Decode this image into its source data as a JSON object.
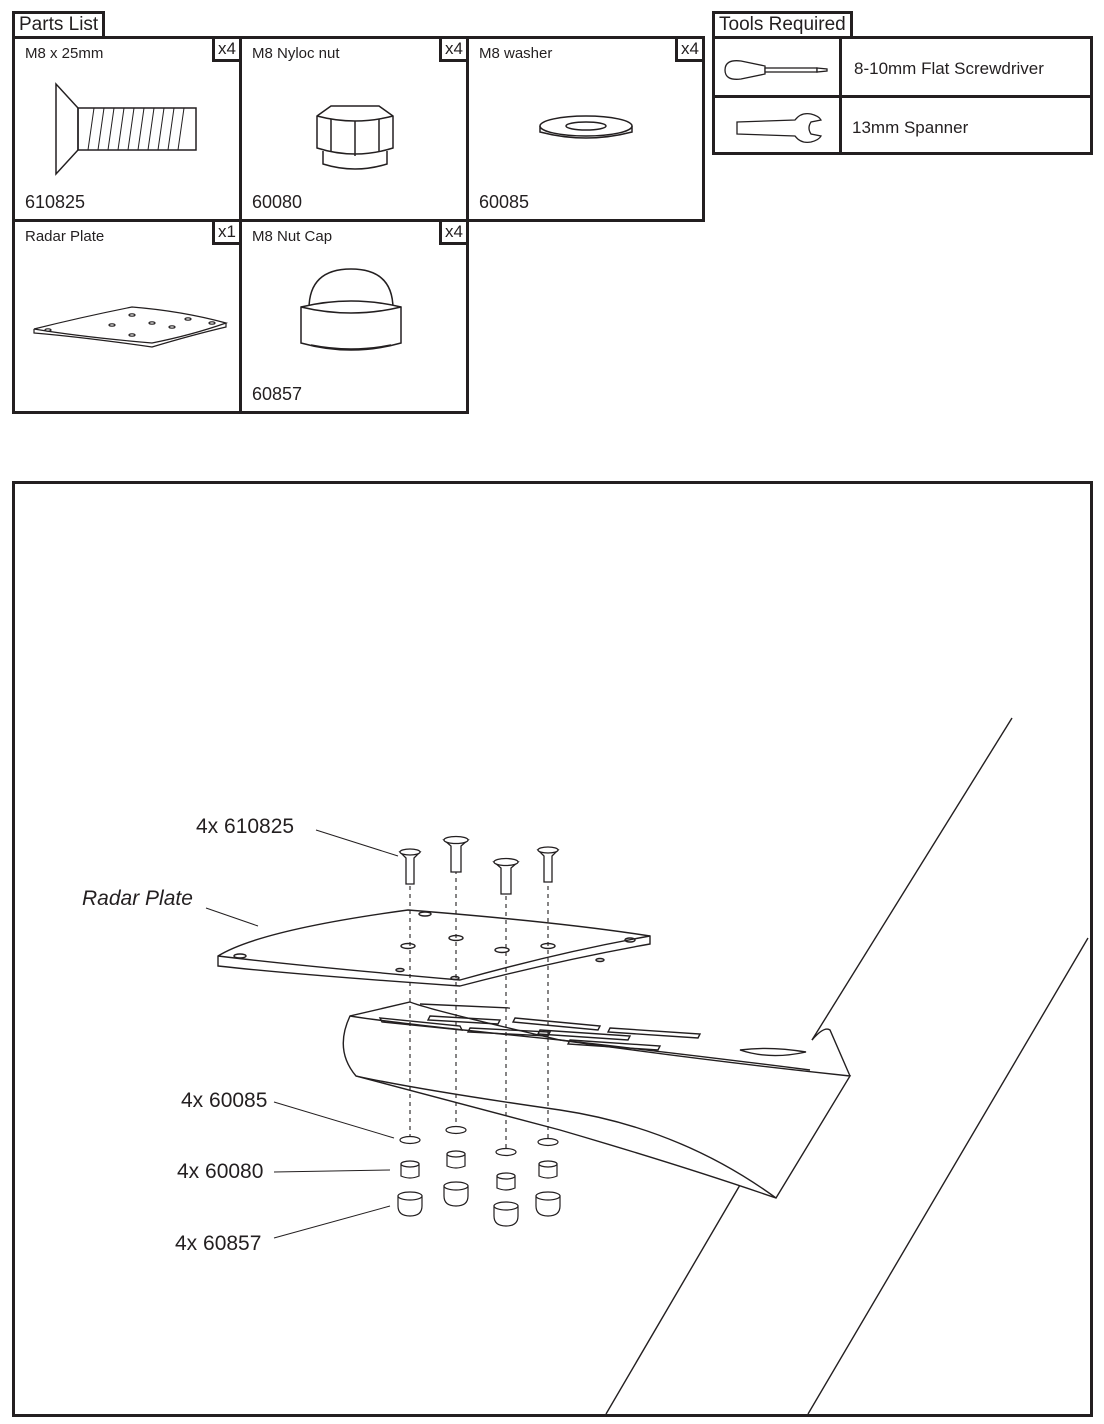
{
  "parts_list": {
    "title": "Parts List",
    "items": [
      {
        "name": "M8 x 25mm",
        "qty": "x4",
        "code": "610825",
        "icon": "countersunk-bolt-icon"
      },
      {
        "name": "M8 Nyloc nut",
        "qty": "x4",
        "code": "60080",
        "icon": "nyloc-nut-icon"
      },
      {
        "name": "M8 washer",
        "qty": "x4",
        "code": "60085",
        "icon": "washer-icon"
      },
      {
        "name": "Radar Plate",
        "qty": "x1",
        "code": "",
        "icon": "radar-plate-icon"
      },
      {
        "name": "M8 Nut Cap",
        "qty": "x4",
        "code": "60857",
        "icon": "nut-cap-icon"
      }
    ]
  },
  "tools_required": {
    "title": "Tools Required",
    "items": [
      {
        "label": "8-10mm Flat Screwdriver",
        "icon": "screwdriver-icon"
      },
      {
        "label": "13mm Spanner",
        "icon": "spanner-icon"
      }
    ]
  },
  "assembly": {
    "callouts": {
      "bolts": "4x 610825",
      "plate": "Radar Plate",
      "washers": "4x 60085",
      "nuts": "4x 60080",
      "caps": "4x 60857"
    }
  }
}
